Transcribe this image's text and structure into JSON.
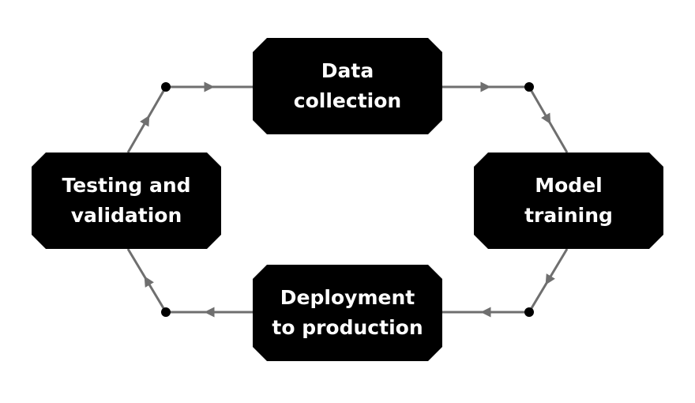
{
  "diagram": {
    "colors": {
      "node_fill": "#000000",
      "node_text": "#ffffff",
      "edge": "#6f6f6f",
      "dot": "#000000",
      "background": "#ffffff"
    },
    "nodes": [
      {
        "id": "data-collection",
        "label": "Data\ncollection"
      },
      {
        "id": "model-training",
        "label": "Model\ntraining"
      },
      {
        "id": "deployment-to-production",
        "label": "Deployment\nto production"
      },
      {
        "id": "testing-and-validation",
        "label": "Testing and\nvalidation"
      }
    ],
    "edges": [
      {
        "from": "data-collection",
        "to": "model-training"
      },
      {
        "from": "model-training",
        "to": "deployment-to-production"
      },
      {
        "from": "deployment-to-production",
        "to": "testing-and-validation"
      },
      {
        "from": "testing-and-validation",
        "to": "data-collection"
      }
    ]
  }
}
